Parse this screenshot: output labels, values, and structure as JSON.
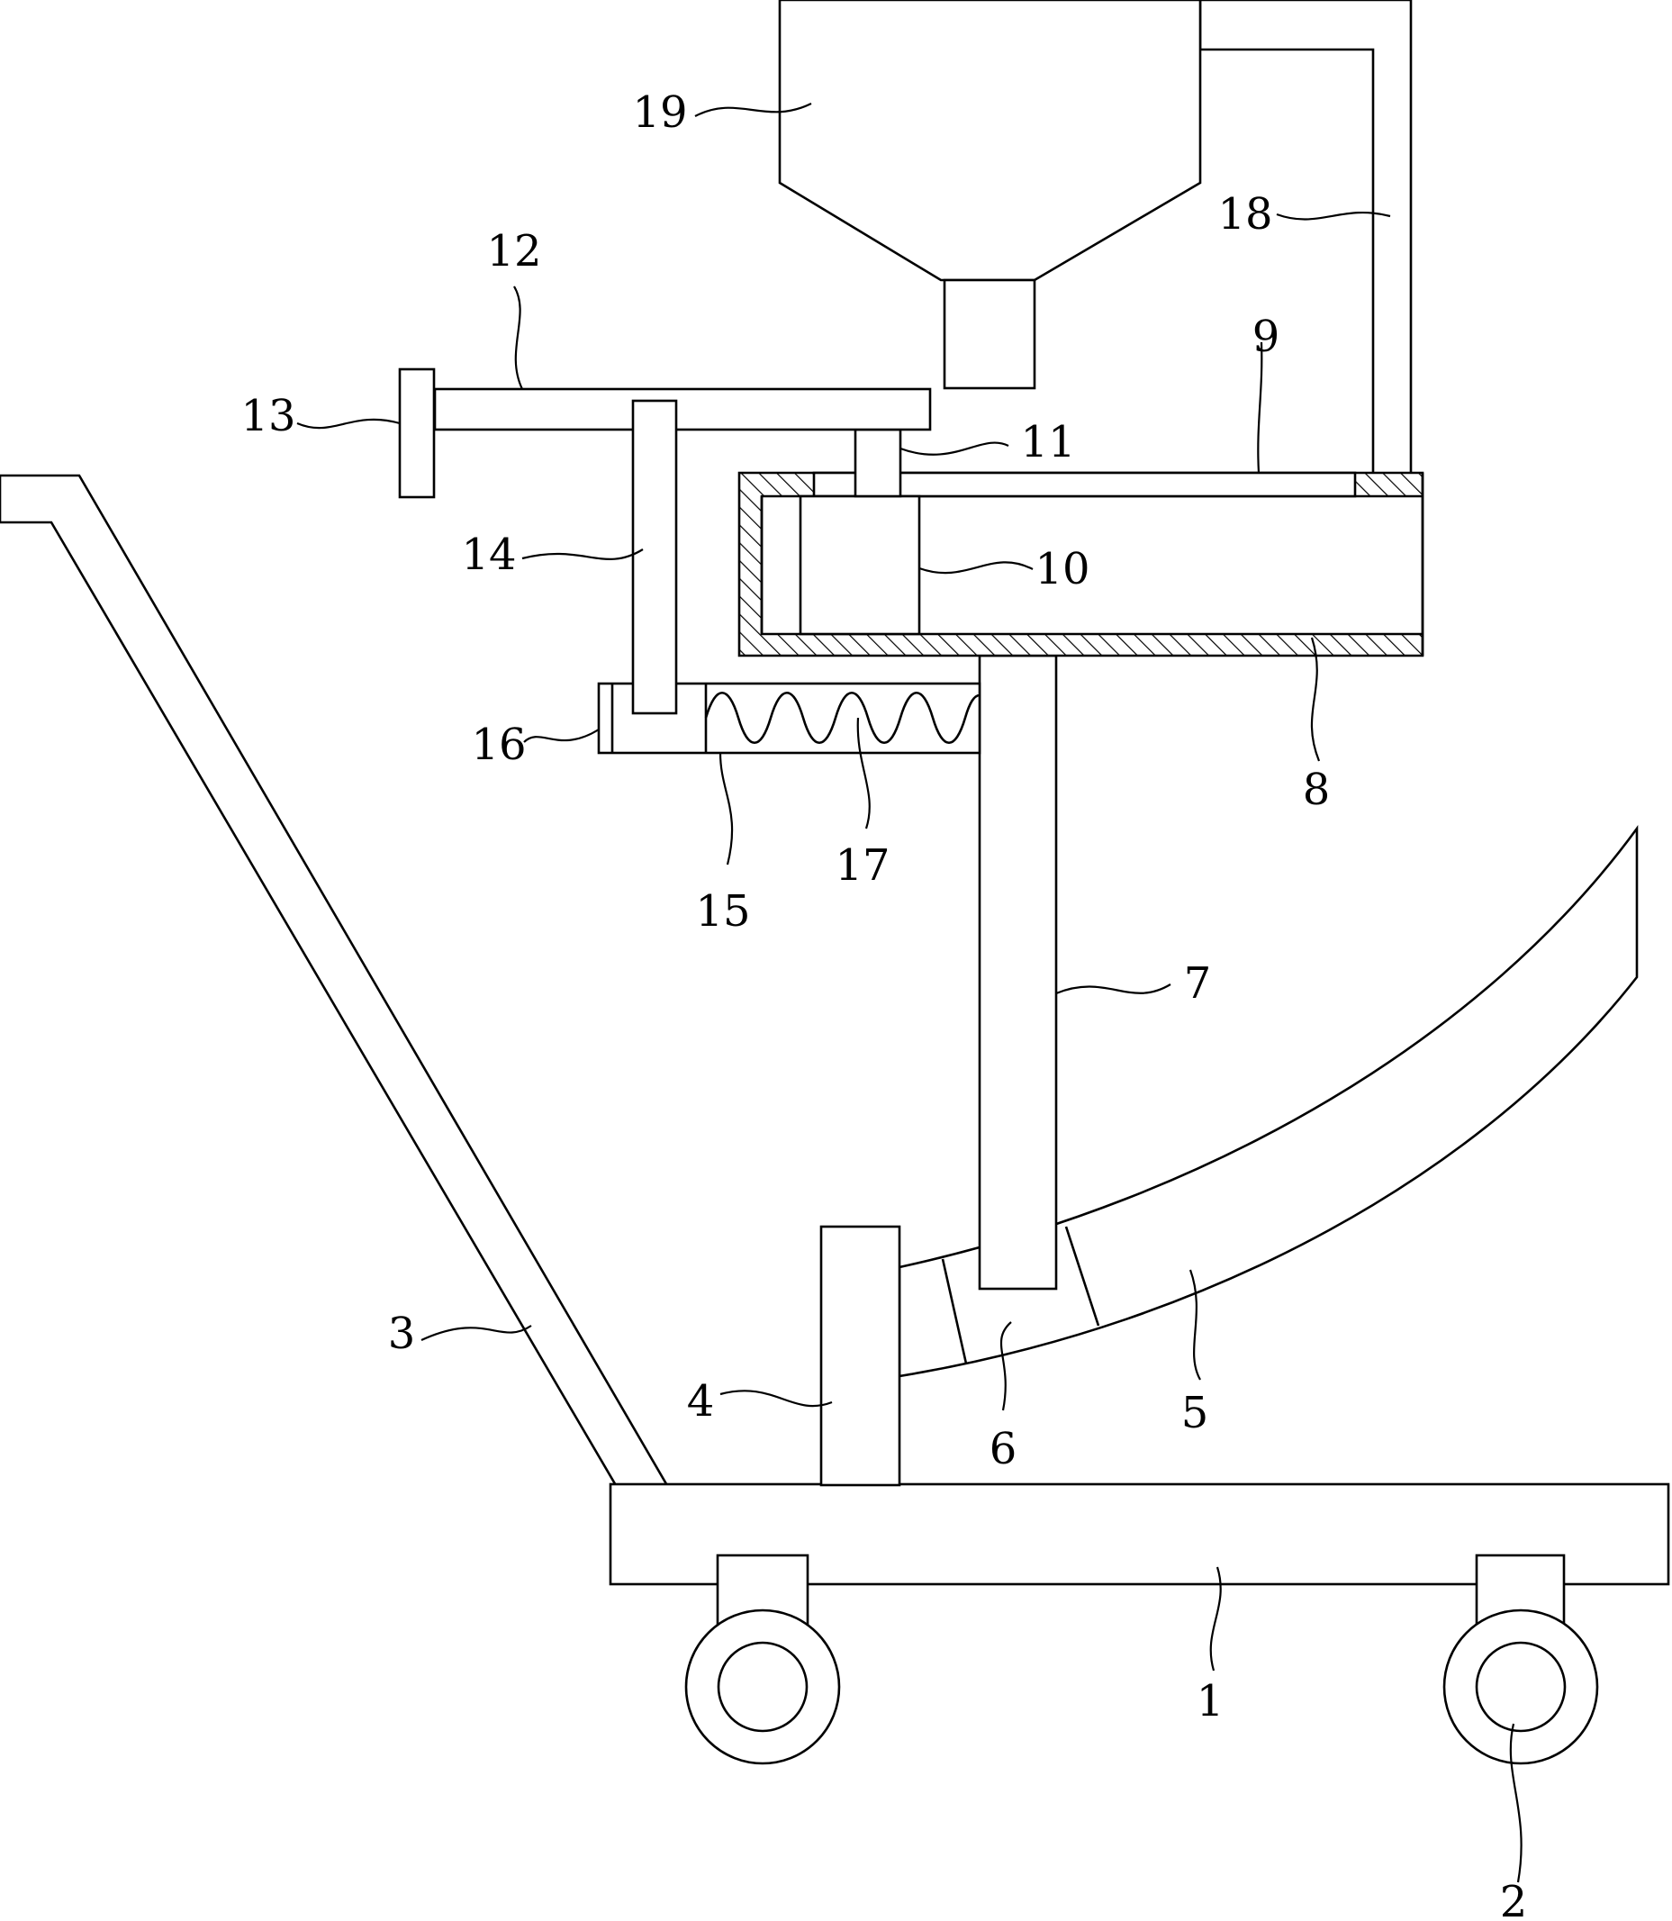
{
  "figure": {
    "labels": {
      "p1": "1",
      "p2": "2",
      "p3": "3",
      "p4": "4",
      "p5": "5",
      "p6": "6",
      "p7": "7",
      "p8": "8",
      "p9": "9",
      "p10": "10",
      "p11": "11",
      "p12": "12",
      "p13": "13",
      "p14": "14",
      "p15": "15",
      "p16": "16",
      "p17": "17",
      "p18": "18",
      "p19": "19"
    }
  }
}
